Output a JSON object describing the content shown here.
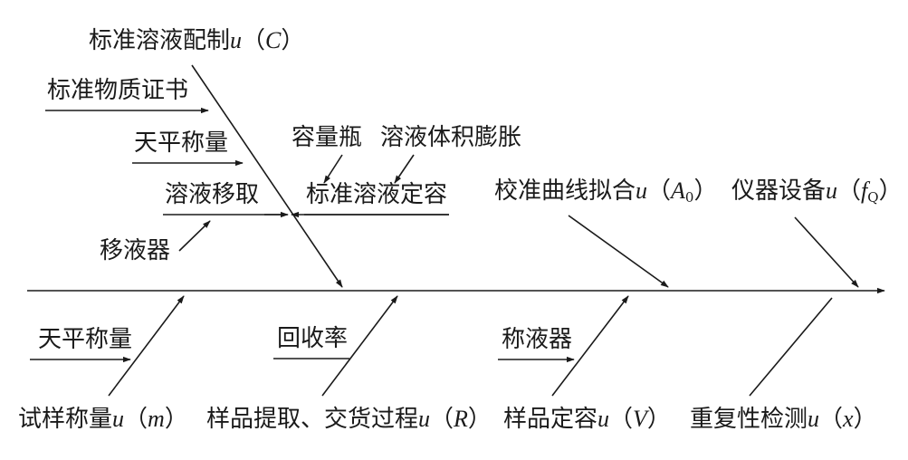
{
  "diagram": {
    "colors": {
      "ink": "#1a1a1a",
      "background": "#ffffff"
    },
    "top_branches": {
      "solution_prep": {
        "label": "标准溶液配制",
        "symbol": "u",
        "open": "（",
        "var": "C",
        "close": "）",
        "sub_causes": [
          "标准物质证书",
          "天平称量",
          "溶液移取",
          "移液器"
        ]
      },
      "volume_fixing": {
        "label": "标准溶液定容",
        "sub_causes": [
          "容量瓶",
          "溶液体积膨胀"
        ]
      },
      "curve_fit": {
        "label": "校准曲线拟合",
        "symbol": "u",
        "open": "（",
        "var": "A",
        "var_sub": "0",
        "close": "）"
      },
      "instrument": {
        "label": "仪器设备",
        "symbol": "u",
        "open": "（",
        "var": "f",
        "var_sub": "Q",
        "close": "）"
      }
    },
    "bottom_branches": {
      "sample_weighing": {
        "label": "试样称量",
        "symbol": "u",
        "open": "（",
        "var": "m",
        "close": "）",
        "sub_cause": "天平称量"
      },
      "extraction": {
        "label": "样品提取、交货过程",
        "symbol": "u",
        "open": "（",
        "var": "R",
        "close": "）",
        "sub_cause": "回收率"
      },
      "sample_volume": {
        "label": "样品定容",
        "symbol": "u",
        "open": "（",
        "var": "V",
        "close": "）",
        "sub_cause": "称液器"
      },
      "repeatability": {
        "label": "重复性检测",
        "symbol": "u",
        "open": "（",
        "var": "x",
        "close": "）"
      }
    }
  }
}
